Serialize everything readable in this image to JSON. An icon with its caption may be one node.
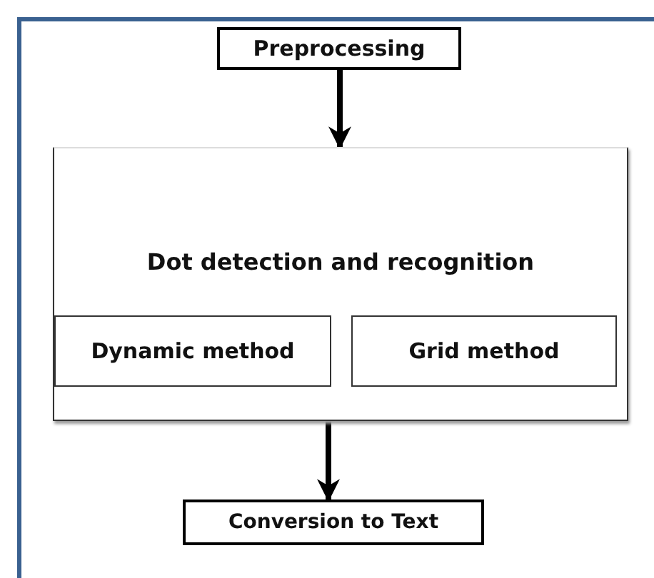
{
  "diagram": {
    "nodes": [
      {
        "text": [
          "Preprocessing"
        ]
      },
      {
        "text": [
          "Dot detection and recognition"
        ]
      },
      {
        "text": [
          "Dynamic method"
        ],
        "in": 1
      },
      {
        "text": [
          "Grid method"
        ],
        "in": 1
      },
      {
        "text": [
          "Conversion to Text"
        ]
      }
    ],
    "edges": [
      {
        "from": 0,
        "to": 1,
        "arrow": "to"
      },
      {
        "from": 1,
        "to": 4,
        "arrow": "to"
      }
    ]
  }
}
